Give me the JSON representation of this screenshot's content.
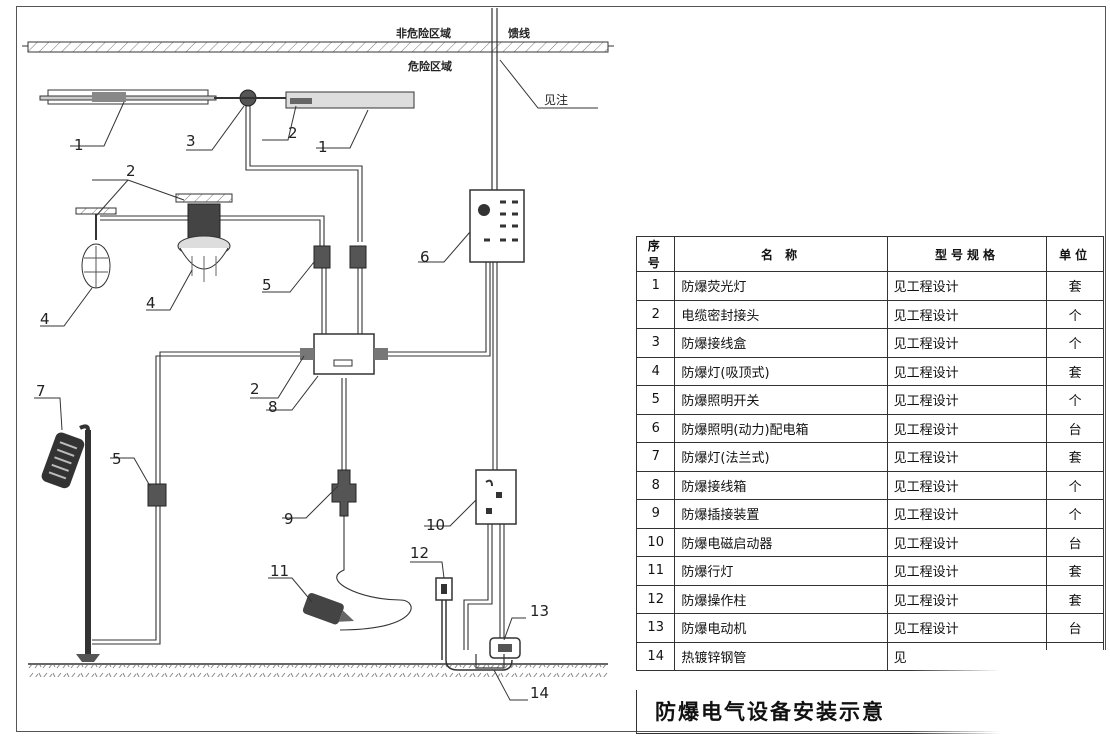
{
  "zones": {
    "non_hazardous": "非危险区域",
    "hazardous": "危险区域",
    "feeder": "馈线",
    "see_note": "见注"
  },
  "callouts": [
    "1",
    "1",
    "2",
    "2",
    "2",
    "3",
    "4",
    "4",
    "5",
    "5",
    "6",
    "7",
    "8",
    "9",
    "10",
    "11",
    "12",
    "13",
    "14"
  ],
  "legend": {
    "headers": {
      "no": "序号",
      "name": "名 称",
      "spec": "型号规格",
      "unit": "单位"
    },
    "rows": [
      {
        "no": "1",
        "name": "防爆荧光灯",
        "spec": "见工程设计",
        "unit": "套"
      },
      {
        "no": "2",
        "name": "电缆密封接头",
        "spec": "见工程设计",
        "unit": "个"
      },
      {
        "no": "3",
        "name": "防爆接线盒",
        "spec": "见工程设计",
        "unit": "个"
      },
      {
        "no": "4",
        "name": "防爆灯(吸顶式)",
        "spec": "见工程设计",
        "unit": "套"
      },
      {
        "no": "5",
        "name": "防爆照明开关",
        "spec": "见工程设计",
        "unit": "个"
      },
      {
        "no": "6",
        "name": "防爆照明(动力)配电箱",
        "spec": "见工程设计",
        "unit": "台"
      },
      {
        "no": "7",
        "name": "防爆灯(法兰式)",
        "spec": "见工程设计",
        "unit": "套"
      },
      {
        "no": "8",
        "name": "防爆接线箱",
        "spec": "见工程设计",
        "unit": "个"
      },
      {
        "no": "9",
        "name": "防爆插接装置",
        "spec": "见工程设计",
        "unit": "个"
      },
      {
        "no": "10",
        "name": "防爆电磁启动器",
        "spec": "见工程设计",
        "unit": "台"
      },
      {
        "no": "11",
        "name": "防爆行灯",
        "spec": "见工程设计",
        "unit": "套"
      },
      {
        "no": "12",
        "name": "防爆操作柱",
        "spec": "见工程设计",
        "unit": "套"
      },
      {
        "no": "13",
        "name": "防爆电动机",
        "spec": "见工程设计",
        "unit": "台"
      },
      {
        "no": "14",
        "name": "热镀锌钢管",
        "spec": "见",
        "unit": ""
      }
    ]
  },
  "caption": "防爆电气设备安装示意"
}
